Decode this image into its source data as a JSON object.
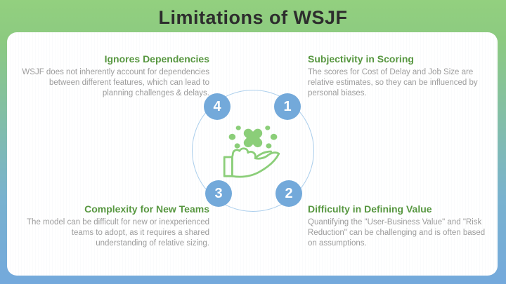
{
  "slide": {
    "title": "Limitations of WSJF",
    "diagram": {
      "center_icon": "hand-with-x-icon",
      "steps": [
        {
          "number": "1",
          "heading": "Subjectivity in Scoring",
          "body": "The scores for Cost of Delay and Job Size are relative estimates, so they can be influenced by personal biases."
        },
        {
          "number": "2",
          "heading": "Difficulty in Defining Value",
          "body": "Quantifying the \"User-Business Value\" and \"Risk Reduction\" can be challenging and is often based on assumptions."
        },
        {
          "number": "3",
          "heading": "Complexity for New Teams",
          "body": "The model can be difficult for new or inexperienced teams to adopt, as it requires a shared understanding of relative sizing."
        },
        {
          "number": "4",
          "heading": "Ignores Dependencies",
          "body": "WSJF does not inherently account for dependencies between different features, which can lead to planning challenges & delays."
        }
      ]
    },
    "colors": {
      "gradient_top": "#93d07f",
      "gradient_bottom": "#74a9dc",
      "heading_green": "#579740",
      "body_gray": "#9c9c9c",
      "step_circle_blue": "#73a9da",
      "ring_blue": "#abceec",
      "icon_green": "#8bce79",
      "title_dark": "#2d2d2d",
      "card_white": "#ffffff"
    }
  }
}
